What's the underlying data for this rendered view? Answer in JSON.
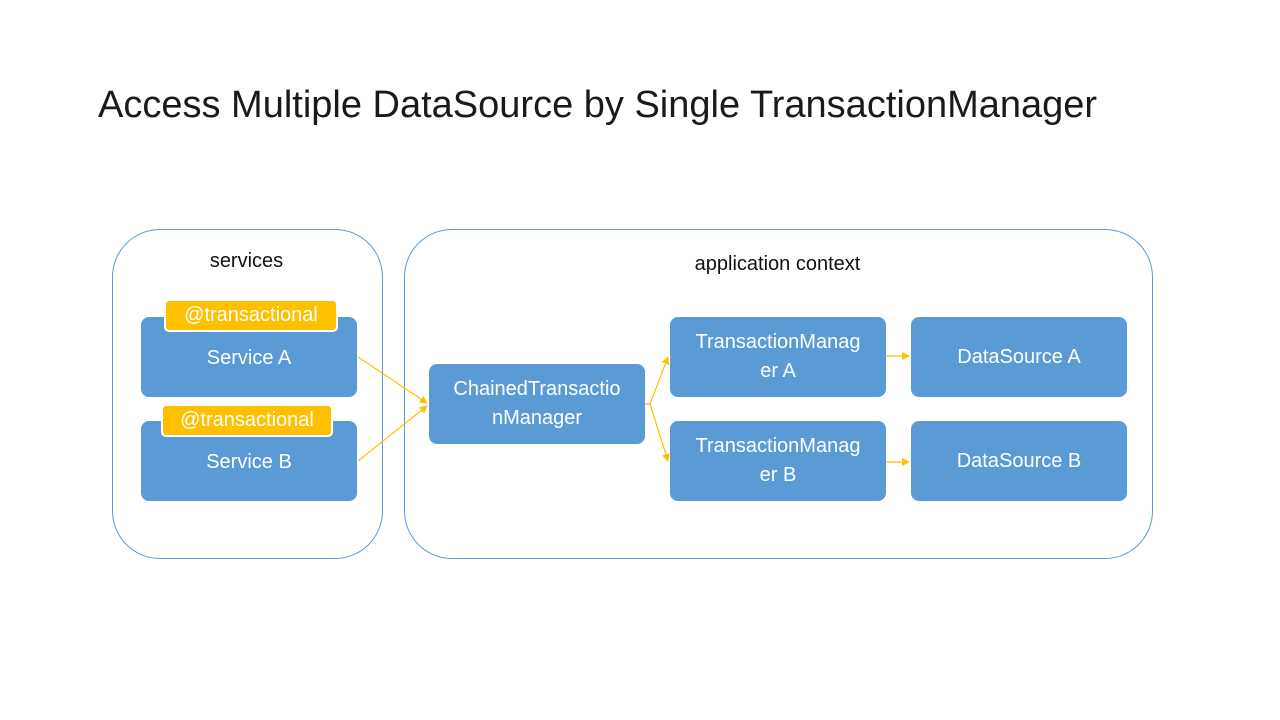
{
  "title": "Access Multiple DataSource by Single TransactionManager",
  "groups": {
    "services": {
      "label": "services"
    },
    "app_context": {
      "label": "application context"
    }
  },
  "nodes": {
    "service_a": {
      "label": "Service A",
      "tag": "@transactional"
    },
    "service_b": {
      "label": "Service B",
      "tag": "@transactional"
    },
    "chained_tm": {
      "label": "ChainedTransactio\nnManager"
    },
    "tm_a": {
      "label": "TransactionManag\ner A"
    },
    "tm_b": {
      "label": "TransactionManag\ner B"
    },
    "ds_a": {
      "label": "DataSource A"
    },
    "ds_b": {
      "label": "DataSource B"
    }
  },
  "colors": {
    "node_fill": "#5b9bd5",
    "group_border": "#5b9bd5",
    "tag_fill": "#ffc000",
    "connector": "#ffc000"
  }
}
